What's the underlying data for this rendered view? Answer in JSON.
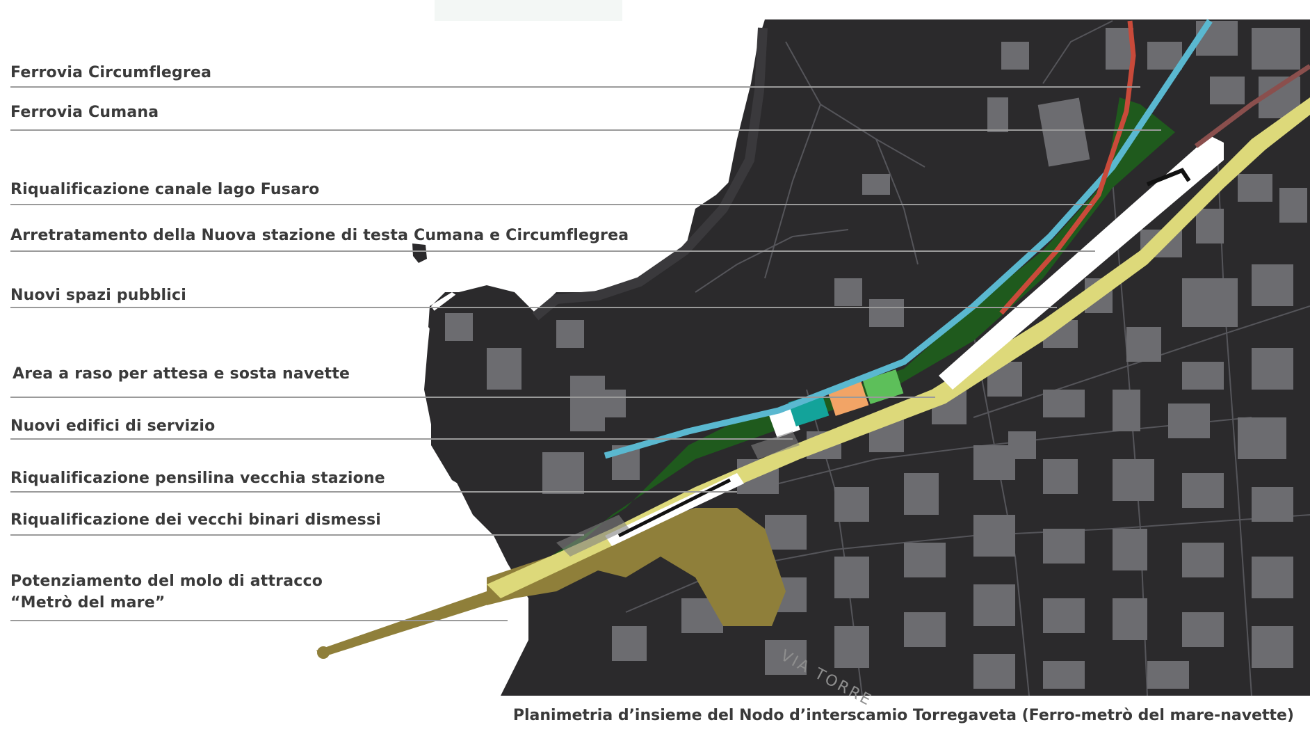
{
  "legend": [
    {
      "label": "Ferrovia Circumflegrea"
    },
    {
      "label": "Ferrovia Cumana"
    },
    {
      "label": "Riqualificazione canale lago Fusaro"
    },
    {
      "label": "Arretratamento della Nuova stazione di testa Cumana e Circumflegrea"
    },
    {
      "label": "Nuovi spazi pubblici"
    },
    {
      "label": "Area a raso per attesa e sosta navette"
    },
    {
      "label": "Nuovi edifici di servizio"
    },
    {
      "label": "Riqualificazione pensilina vecchia stazione"
    },
    {
      "label": "Riqualificazione dei vecchi binari dismessi"
    },
    {
      "label": "Potenziamento del molo di attracco",
      "label2": "“Metrò del mare”"
    }
  ],
  "map": {
    "street_label": "VIA TORRE",
    "colors": {
      "background": "#2b2a2c",
      "buildings": "#6c6c70",
      "circumflegrea_rail": "#c94a3a",
      "cumana_rail": "#5ab8d0",
      "green_space": "#1f5a1d",
      "yellow_path": "#ddd97a",
      "pier": "#8f7f3a",
      "service_building_teal": "#13a39a",
      "service_building_orange": "#f2a466",
      "service_building_green": "#5dbf5a"
    }
  },
  "caption": "Planimetria d’insieme del Nodo d’interscamio Torregaveta (Ferro-metrò del mare-navette)"
}
